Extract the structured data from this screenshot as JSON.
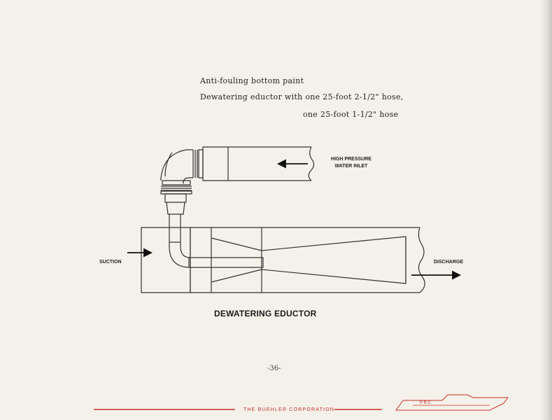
{
  "text": {
    "line1": "Anti-fouling bottom paint",
    "line2": "Dewatering eductor with one 25-foot 2-1/2\" hose,",
    "line3": "one 25-foot 1-1/2\" hose"
  },
  "diagram": {
    "title": "DEWATERING EDUCTOR",
    "labels": {
      "high_pressure": "HIGH PRESSURE",
      "water_inlet": "WATER INLET",
      "suction": "SUCTION",
      "discharge": "DISCHARGE"
    }
  },
  "page_number": "-36-",
  "footer": {
    "company": "THE BUEHLER CORPORATION",
    "logo_text": "PRC",
    "accent_color": "#c8302a"
  }
}
